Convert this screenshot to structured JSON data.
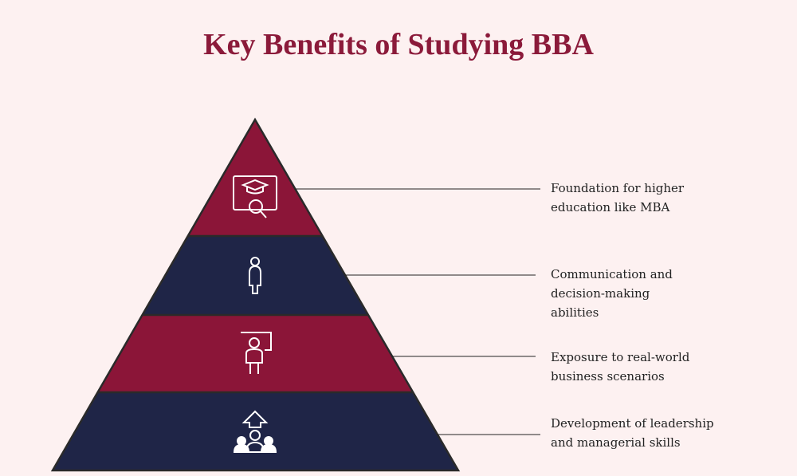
{
  "title": "Key Benefits of Studying BBA",
  "colors": {
    "maroon": "#8b1538",
    "navy": "#1f2547",
    "background": "#fdf1f1"
  },
  "tiers": [
    {
      "icon": "graduate-search-icon",
      "label_lines": [
        "Foundation for higher",
        "education like MBA"
      ]
    },
    {
      "icon": "person-icon",
      "label_lines": [
        "Communication and",
        "decision-making",
        "abilities"
      ]
    },
    {
      "icon": "presenter-board-icon",
      "label_lines": [
        "Exposure to real-world",
        "business scenarios"
      ]
    },
    {
      "icon": "leader-team-icon",
      "label_lines": [
        "Development of leadership",
        "and managerial skills"
      ]
    }
  ]
}
